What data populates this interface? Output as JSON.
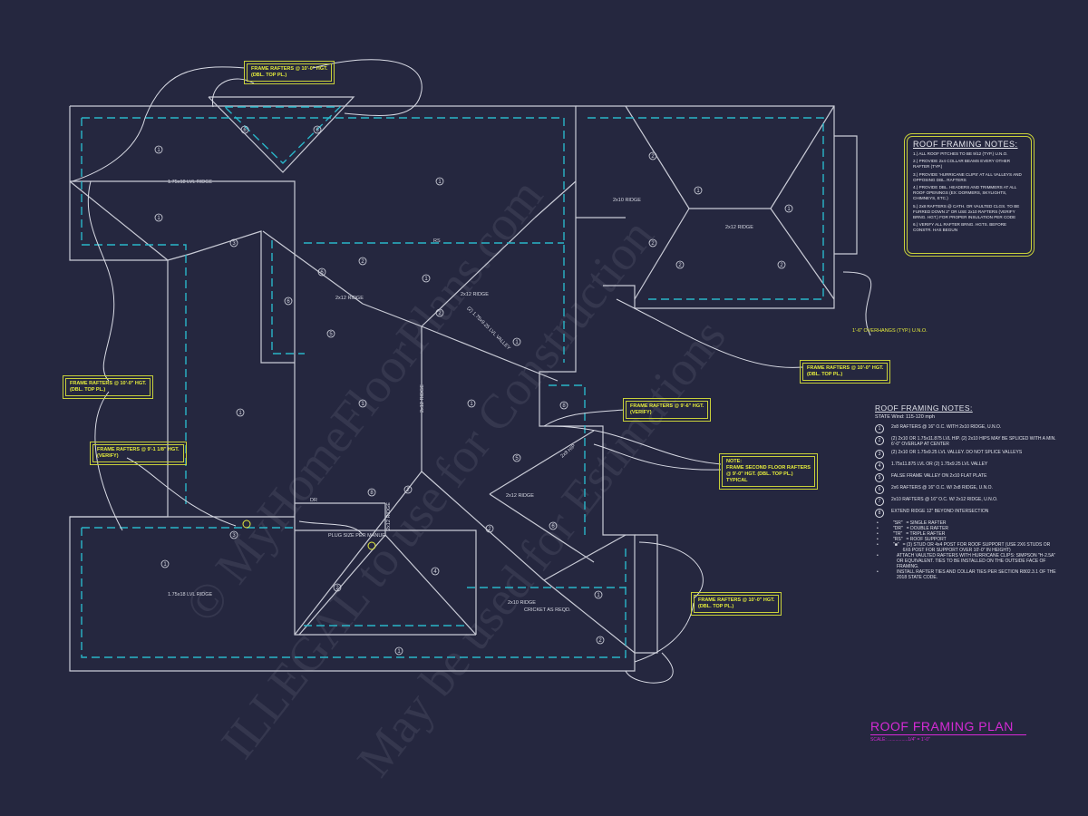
{
  "title": {
    "main": "ROOF FRAMING PLAN",
    "scale": "SCALE: ................1/4\" = 1'-0\""
  },
  "notes_box": {
    "heading": "ROOF FRAMING NOTES:",
    "items": [
      "1.) ALL ROOF PITCHES TO BE 9/12 (TYP.) U.N.O.",
      "2.) PROVIDE 2x4 COLLAR BEAMS EVERY OTHER RAFTER (TYP.)",
      "3.) PROVIDE 'HURRICANE CLIPS' AT ALL VALLEYS AND OPPOSING DBL. RAFTERS",
      "4.) PROVIDE DBL. HEADERS AND TRIMMERS AT ALL ROOF OPENINGS (EX: DORMERS, SKYLIGHTS, CHIMNEYS, ETC.)",
      "5.) 2x8 RAFTERS @ CATH. OR VAULTED CLGS. TO BE FURRED DOWN 2\" OR USE 2x10 RAFTERS (VERIFY BRNG. HGT.) FOR PROPER INSULATION PER CODE",
      "6.) VERIFY ALL RAFTER BRNG. HGTS. BEFORE CONSTR. HAS BEGUN"
    ]
  },
  "notes_list": {
    "heading": "ROOF FRAMING NOTES:",
    "subheading": "STATE Wind: 115-120 mph",
    "items": [
      {
        "n": "1",
        "text": "2x8 RAFTERS @ 16\" O.C. WITH 2x10 RIDGE, U.N.O."
      },
      {
        "n": "2",
        "text": "(2) 2x10 OR 1.75x11.875 LVL HIP. (2) 2x10 HIPS MAY BE SPLICED WITH A MIN. 6'-0\" OVERLAP AT CENTER"
      },
      {
        "n": "3",
        "text": "(2) 2x10 OR 1.75x9.25 LVL VALLEY. DO NOT SPLICE VALLEYS"
      },
      {
        "n": "4",
        "text": "1.75x11.875 LVL OR (2) 1.75x9.25 LVL VALLEY"
      },
      {
        "n": "5",
        "text": "FALSE FRAME VALLEY ON 2x10 FLAT PLATE"
      },
      {
        "n": "6",
        "text": "2x6 RAFTERS @ 16\" O.C. W/ 2x8 RIDGE, U.N.O."
      },
      {
        "n": "7",
        "text": "2x10 RAFTERS @ 16\" O.C. W/ 2x12 RIDGE, U.N.O."
      },
      {
        "n": "8",
        "text": "EXTEND RIDGE 12\" BEYOND INTERSECTION"
      }
    ],
    "bullets": [
      {
        "k": "\"SR\"",
        "text": "= SINGLE RAFTER"
      },
      {
        "k": "\"DR\"",
        "text": "= DOUBLE RAFTER"
      },
      {
        "k": "\"TR\"",
        "text": "= TRIPLE RAFTER"
      },
      {
        "k": "\"RS\"",
        "text": "= ROOF SUPPORT"
      },
      {
        "k": "\"■\"",
        "text": "= (3) STUD OR 4x4 POST FOR ROOF SUPPORT (USE 2X6 STUDS OR 6X6 POST FOR SUPPORT OVER 10'-0\" IN HEIGHT)"
      },
      {
        "k": "",
        "text": "ATTACH VAULTED RAFTERS WITH HURRICANE CLIPS: SIMPSON \"H-2.5A\" OR EQUIVALENT. TIES TO BE INSTALLED ON THE OUTSIDE FACE OF FRAMING."
      },
      {
        "k": "",
        "text": "INSTALL RAFTER TIES AND COLLAR TIES PER SECTION R802.3.1 OF THE 2018 STATE CODE."
      }
    ]
  },
  "callouts": [
    "FRAME RAFTERS @ 10'-0\" HGT.\n(DBL. TOP PL.)",
    "FRAME RAFTERS @ 10'-0\" HGT.\n(DBL. TOP PL.)",
    "FRAME RAFTERS @ 9'-1 1/8\" HGT.\n(VERIFY)",
    "FRAME RAFTERS @ 9'-6\" HGT.\n(VERIFY)",
    "NOTE:\nFRAME SECOND FLOOR RAFTERS\n@ 9'-0\" HGT. (DBL. TOP PL.)\nTYPICAL",
    "FRAME RAFTERS @ 10'-0\" HGT.\n(DBL. TOP PL.)",
    "FRAME RAFTERS @ 10'-0\" HGT.\n(DBL. TOP PL.)"
  ],
  "plan_labels": {
    "lvl_ridge_top": "1.75x18 LVL RIDGE",
    "lvl_ridge_bottom": "1.75x18 LVL RIDGE",
    "ridge_2x10_a": "2x10 RIDGE",
    "ridge_2x12_b": "2x12 RIDGE",
    "ridge_2x12_c": "2x12 RIDGE",
    "ridge_2x12_d": "2x12 RIDGE",
    "valley": "(2) 1.75x9.25 LVL VALLEY",
    "ridge_2x12_vert": "2x12 RIDGE",
    "ridge_2x12_e": "2x12 RIDGE",
    "ridge_2x12_vert2": "2x12 RIDGE",
    "ridge_2x10_f": "2x10 RIDGE",
    "cricket": "CRICKET AS REQD.",
    "plug": "PLUG SIZE PER MANUF.",
    "dr": "DR",
    "rs": "RS",
    "hip_2x8": "2x8 HIP",
    "overhangs": "1'-6\" OVERHANGS (TYP.) U.N.O."
  },
  "watermark": [
    "© MyHomeFloorPlans.com",
    "ILLEGAL to use for Construction",
    "May be used for Estimations"
  ],
  "colors": {
    "background": "#25273f",
    "lines": "#c9cbd6",
    "cyan": "#29b6c9",
    "yellow": "#e5ec3c",
    "magenta": "#d62ad6"
  }
}
